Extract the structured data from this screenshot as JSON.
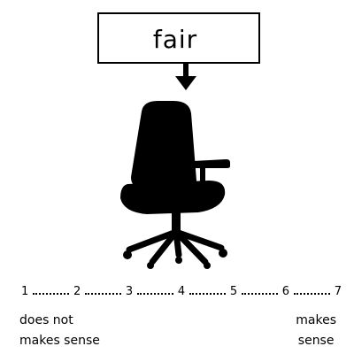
{
  "label": {
    "word": "fair"
  },
  "icons": {
    "arrow": "arrow-down-icon",
    "chair": "office-chair-icon"
  },
  "scale": {
    "points": [
      "1",
      "2",
      "3",
      "4",
      "5",
      "6",
      "7"
    ],
    "left_anchor_line1": "does not",
    "left_anchor_line2": "makes sense",
    "right_anchor_line1": "makes",
    "right_anchor_line2": "sense"
  },
  "colors": {
    "ink": "#000000",
    "background": "#ffffff"
  }
}
